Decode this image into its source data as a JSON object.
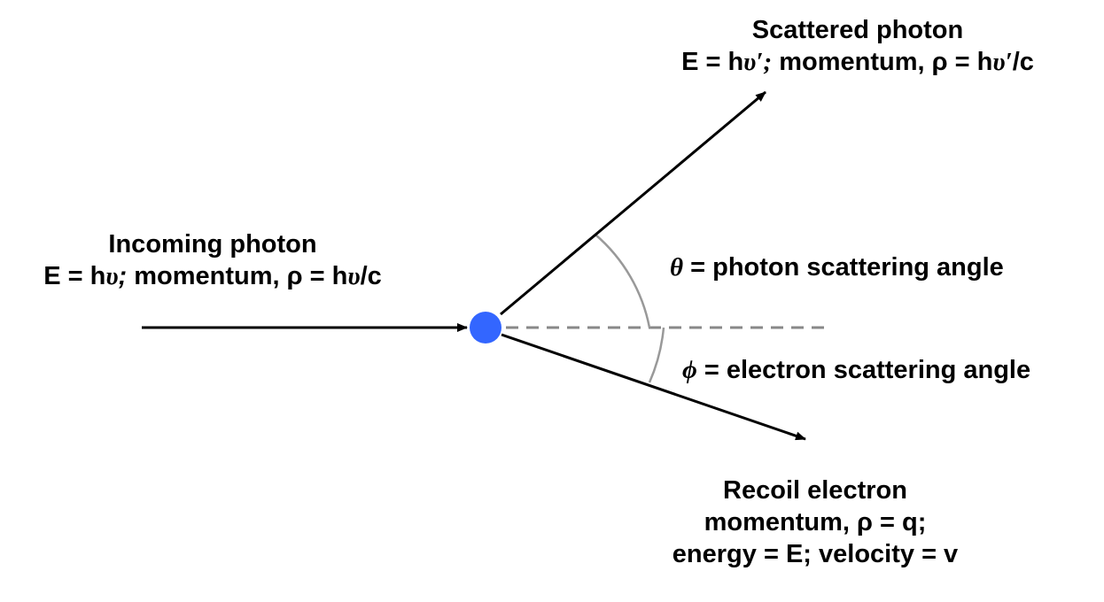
{
  "colors": {
    "electron": "#3366ff",
    "arrow": "#000000",
    "reference_line": "#888888",
    "angle_arc": "#999999",
    "text": "#000000"
  },
  "incoming": {
    "title": "Incoming photon",
    "energy": "E = h",
    "nu": "υ",
    "semicolon": ";",
    "momentum_prefix": " momentum, ρ = h",
    "momentum_nu": "υ",
    "momentum_suffix": "/c"
  },
  "scattered": {
    "title": "Scattered photon",
    "energy": "E = h",
    "nu_prime": "υ′;",
    "momentum_prefix": " momentum, ρ = h",
    "momentum_nu_prime": "υ′",
    "momentum_suffix": "/c"
  },
  "theta": {
    "symbol": "θ",
    "text": " = photon scattering angle"
  },
  "phi": {
    "symbol": "ϕ",
    "text": " = electron scattering angle"
  },
  "recoil": {
    "title": "Recoil electron",
    "line1": "momentum, ρ = q;",
    "line2": "energy = E; velocity = v"
  }
}
